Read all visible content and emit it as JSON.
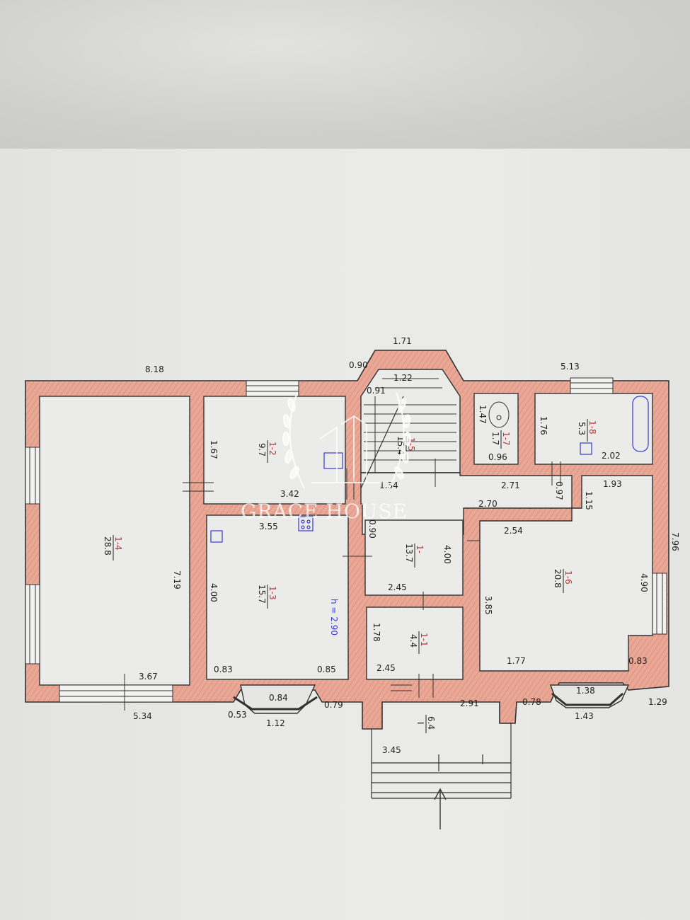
{
  "watermark": {
    "brand": "GRACE HOUSE"
  },
  "colors": {
    "wall_fill": "#e8a99a",
    "wall_stroke": "#333333",
    "paper": "#e8e8e6",
    "annotation_red": "#c0303a",
    "annotation_blue": "#3a3ad0"
  },
  "rooms": [
    {
      "id": "1-4",
      "area": "28.8"
    },
    {
      "id": "1-2",
      "area": "9.7"
    },
    {
      "id": "1-3",
      "area": "15.7"
    },
    {
      "id": "1-5",
      "area": "15.4"
    },
    {
      "id": "1-7",
      "area": "1.7"
    },
    {
      "id": "1-8",
      "area": "5.3"
    },
    {
      "id": "1-6",
      "area": "20.8"
    },
    {
      "id": "1-1",
      "area": "4.4"
    },
    {
      "id": "1-",
      "area": "13.7"
    },
    {
      "id": "I",
      "area": "6.4"
    }
  ],
  "ceiling_height": "h = 2.90",
  "dimensions": {
    "top_left": "8.18",
    "bay_top": "1.71",
    "bay_left": "0.90",
    "stair_inner_left": "0.91",
    "stair_top": "1.22",
    "top_right": "5.13",
    "right_side": "7.96",
    "left_room_width": "3.67",
    "bottom_left": "5.34",
    "left_room_height": "7.19",
    "room2_height": "1.67",
    "room2_width": "3.42",
    "room3_top": "3.55",
    "room3_height": "4.00",
    "room3_left": "0.83",
    "room3_right": "0.85",
    "bay3_mid": "0.84",
    "bay3_left": "0.53",
    "bay3_bottom": "1.12",
    "bay3_right": "0.79",
    "hall_width": "2.45",
    "hall_height": "4.00",
    "corridor_step": "0.90",
    "small_width": "2.45",
    "small_height": "1.78",
    "stair_bottom": "1.34",
    "corridor": "2.70",
    "wc_width": "0.96",
    "wc_height": "1.47",
    "bath_width": "2.02",
    "bath_height": "1.76",
    "hall_right": "2.71",
    "vent": "0.97",
    "room6_top": "2.54",
    "room6_topright": "1.93",
    "room6_notch": "1.15",
    "room6_height": "4.90",
    "room6_left": "3.85",
    "room6_bottom": "1.77",
    "room6_corner": "0.83",
    "bay6_mid": "1.38",
    "bay6_bottom": "1.43",
    "bay6_left": "0.78",
    "bay6_right": "1.29",
    "porch": "2.91",
    "steps": "3.45"
  }
}
